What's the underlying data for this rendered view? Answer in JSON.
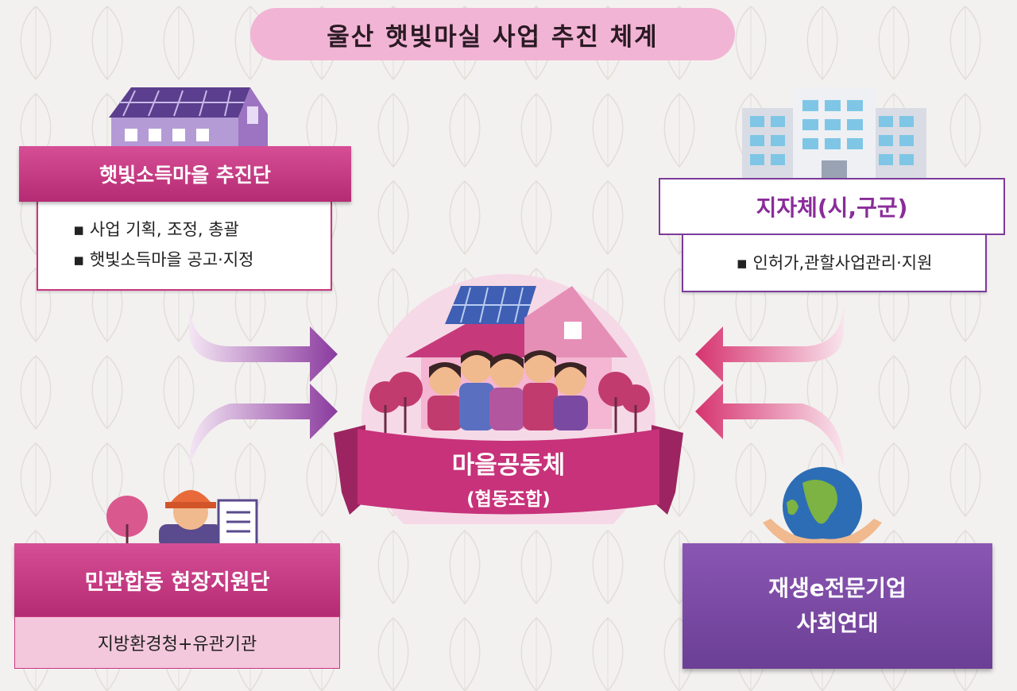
{
  "title": "울산 햇빛마실 사업 추진 체계",
  "center": {
    "name": "마을공동체",
    "sub": "(협동조합)"
  },
  "top_left": {
    "header": "햇빛소득마을 추진단",
    "items": [
      "사업 기획, 조정, 총괄",
      "햇빛소득마을 공고·지정"
    ]
  },
  "top_right": {
    "header": "지자체(시,구군)",
    "items": [
      "인허가,관할사업관리·지원"
    ]
  },
  "bottom_left": {
    "header": "민관합동 현장지원단",
    "sub": "지방환경청+유관기관"
  },
  "bottom_right": {
    "line1": "재생e전문기업",
    "line2": "사회연대"
  },
  "colors": {
    "pink_header": "#c9357f",
    "title_pill": "#f2b4d4",
    "purple_box": "#7a4aa3",
    "arrow_purple": "#8e3fa0",
    "arrow_pink": "#d6336f"
  }
}
